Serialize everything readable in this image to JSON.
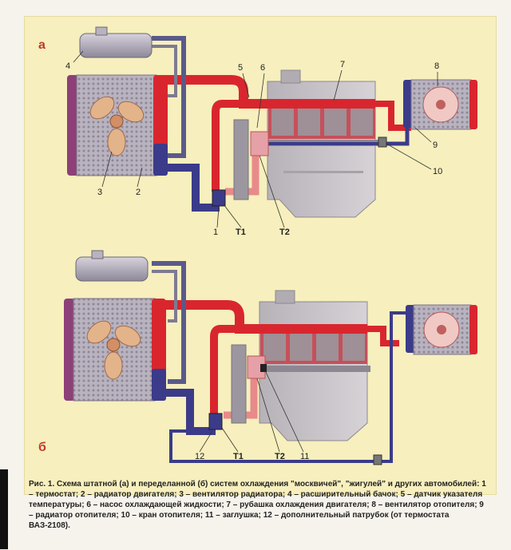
{
  "panels": [
    {
      "letter": "а"
    },
    {
      "letter": "б"
    }
  ],
  "labels_a": {
    "n1": "1",
    "n2": "2",
    "n3": "3",
    "n4": "4",
    "n5": "5",
    "n6": "6",
    "n7": "7",
    "n8": "8",
    "n9": "9",
    "n10": "10",
    "t1": "T1",
    "t2": "T2"
  },
  "labels_b": {
    "n11": "11",
    "n12": "12",
    "t1": "T1",
    "t2": "T2"
  },
  "caption": "Рис. 1. Схема штатной (а) и переделанной (б) систем охлаждения \"москвичей\", \"жигулей\" и других автомобилей: 1 – термостат; 2 – радиатор двигателя; 3 – вентилятор радиатора; 4 – расширительный бачок; 5 – датчик указателя температуры; 6 – насос охлаждающей жидкости; 7 – рубашка охлаждения двигателя; 8 – вентилятор отопителя; 9 – радиатор отопителя; 10 – кран отопителя; 11 – заглушка; 12 – дополнительный патрубок (от термостата ВАЗ-2108).",
  "colors": {
    "hot": "#d9262e",
    "warm": "#e88a8a",
    "cold": "#3b3b8a",
    "panel": "#f7efbd",
    "engine": "#c9c4c9"
  }
}
